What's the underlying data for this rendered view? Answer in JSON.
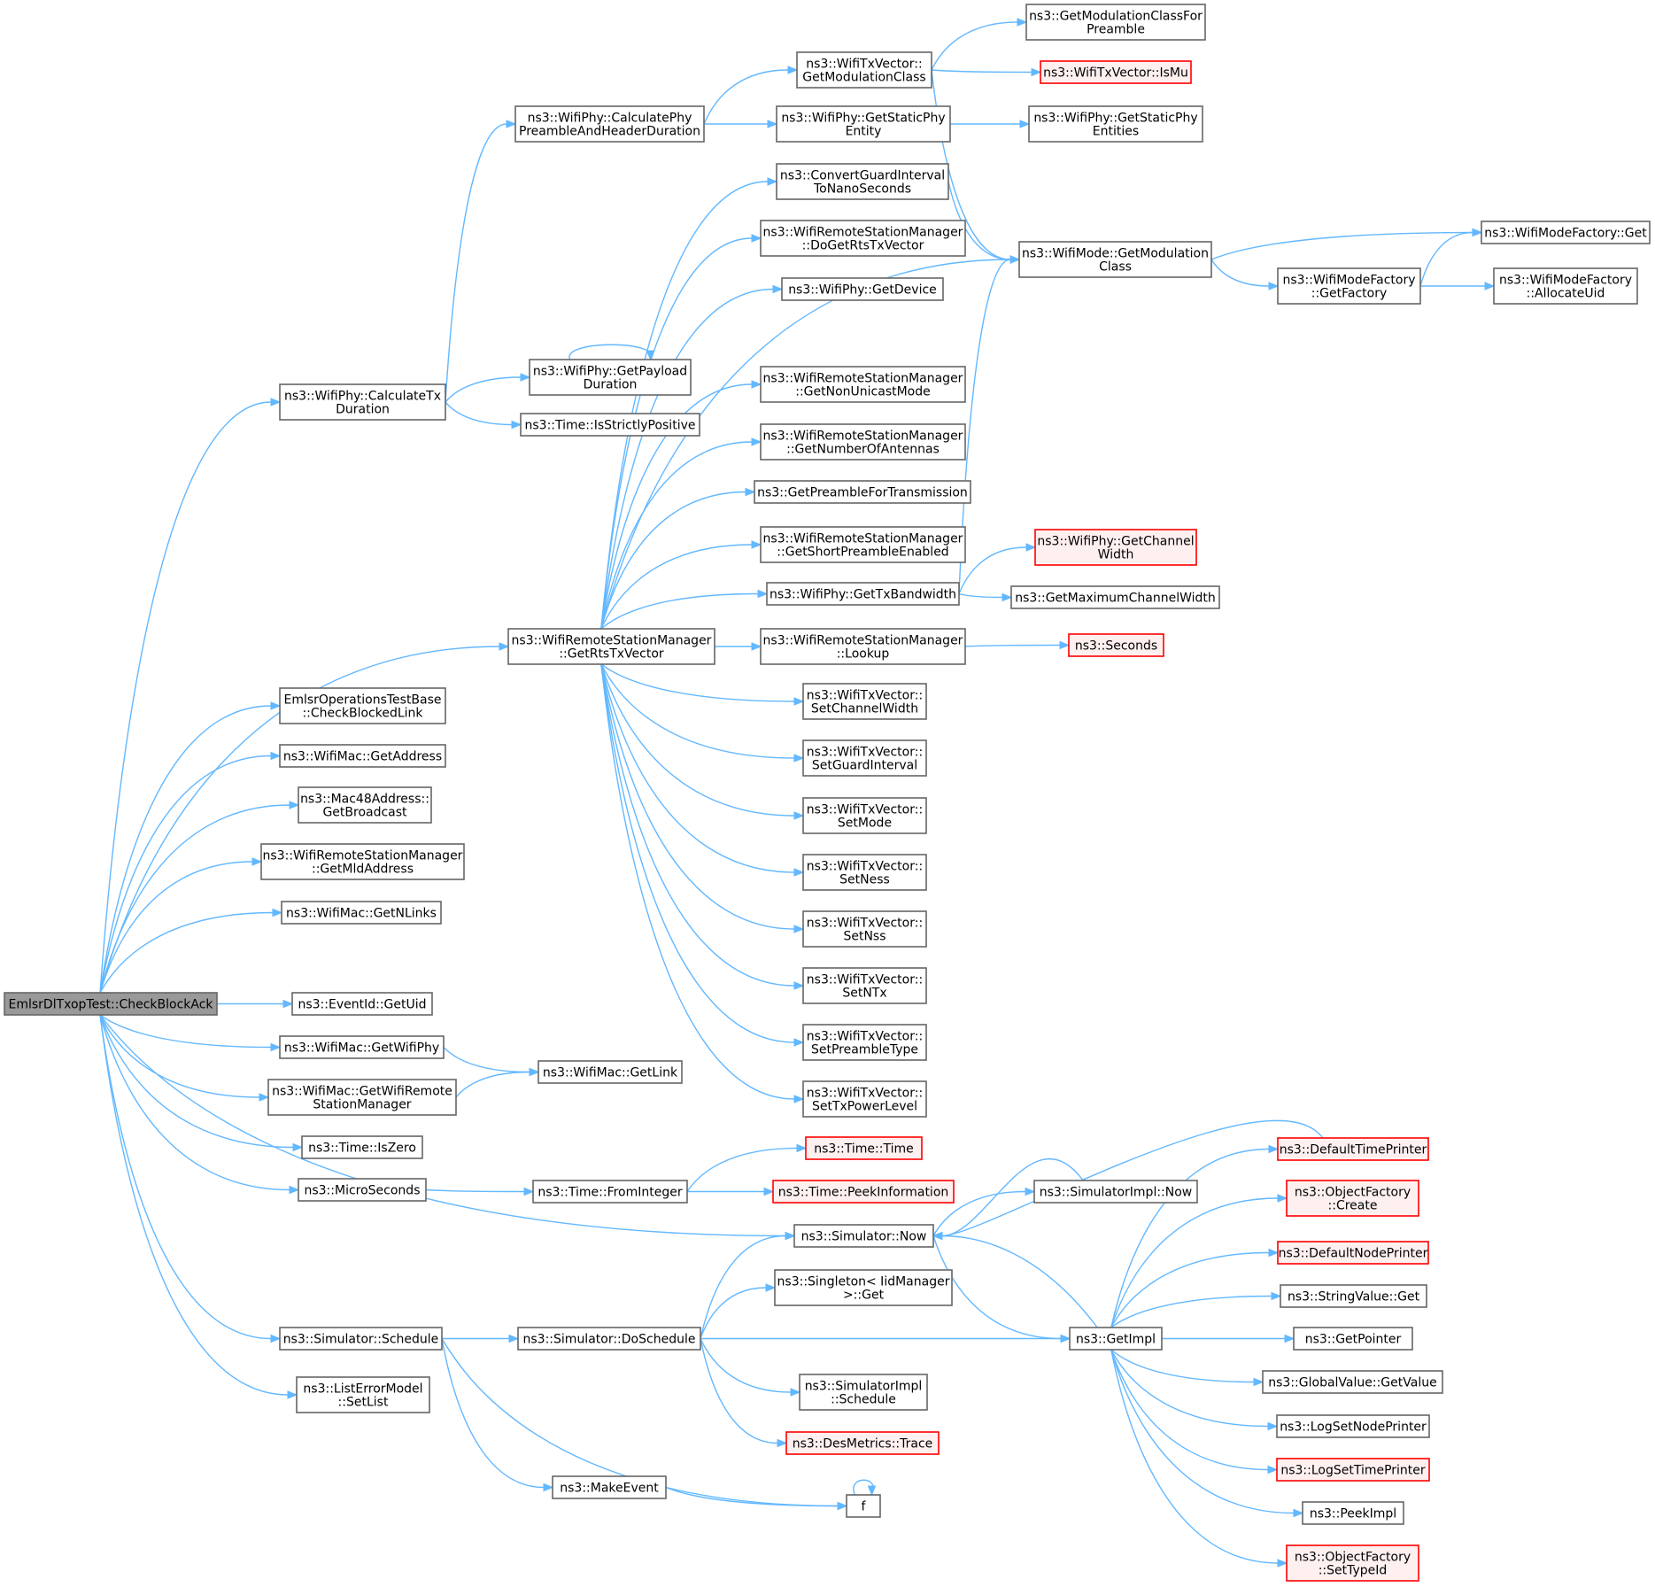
{
  "diagram": {
    "nodes": [
      {
        "id": "root",
        "lines": [
          "EmlsrDlTxopTest::CheckBlockAck"
        ],
        "style": "root"
      },
      {
        "id": "calcTx",
        "lines": [
          "ns3::WifiPhy::CalculateTx",
          "Duration"
        ]
      },
      {
        "id": "checkBlocked",
        "lines": [
          "EmlsrOperationsTestBase",
          "::CheckBlockedLink"
        ]
      },
      {
        "id": "getAddress",
        "lines": [
          "ns3::WifiMac::GetAddress"
        ]
      },
      {
        "id": "getBroadcast",
        "lines": [
          "ns3::Mac48Address::",
          "GetBroadcast"
        ]
      },
      {
        "id": "getMld",
        "lines": [
          "ns3::WifiRemoteStationManager",
          "::GetMldAddress"
        ]
      },
      {
        "id": "getNLinks",
        "lines": [
          "ns3::WifiMac::GetNLinks"
        ]
      },
      {
        "id": "getRts",
        "lines": [
          "ns3::WifiRemoteStationManager",
          "::GetRtsTxVector"
        ]
      },
      {
        "id": "getUid",
        "lines": [
          "ns3::EventId::GetUid"
        ]
      },
      {
        "id": "getWifiPhy",
        "lines": [
          "ns3::WifiMac::GetWifiPhy"
        ]
      },
      {
        "id": "getWifiRsm",
        "lines": [
          "ns3::WifiMac::GetWifiRemote",
          "StationManager"
        ]
      },
      {
        "id": "isZero",
        "lines": [
          "ns3::Time::IsZero"
        ]
      },
      {
        "id": "microSec",
        "lines": [
          "ns3::MicroSeconds"
        ]
      },
      {
        "id": "simNow",
        "lines": [
          "ns3::Simulator::Now"
        ]
      },
      {
        "id": "simSchedule",
        "lines": [
          "ns3::Simulator::Schedule"
        ]
      },
      {
        "id": "setList",
        "lines": [
          "ns3::ListErrorModel",
          "::SetList"
        ]
      },
      {
        "id": "calcPre",
        "lines": [
          "ns3::WifiPhy::CalculatePhy",
          "PreambleAndHeaderDuration"
        ]
      },
      {
        "id": "getPayload",
        "lines": [
          "ns3::WifiPhy::GetPayload",
          "Duration"
        ]
      },
      {
        "id": "isStrictly",
        "lines": [
          "ns3::Time::IsStrictlyPositive"
        ]
      },
      {
        "id": "txGetModClass",
        "lines": [
          "ns3::WifiTxVector::",
          "GetModulationClass"
        ]
      },
      {
        "id": "getStaticPhy",
        "lines": [
          "ns3::WifiPhy::GetStaticPhy",
          "Entity"
        ]
      },
      {
        "id": "getModClassPre",
        "lines": [
          "ns3::GetModulationClassFor",
          "Preamble"
        ]
      },
      {
        "id": "isMu",
        "lines": [
          "ns3::WifiTxVector::IsMu"
        ],
        "style": "trunc"
      },
      {
        "id": "getStaticPhyEnt",
        "lines": [
          "ns3::WifiPhy::GetStaticPhy",
          "Entities"
        ]
      },
      {
        "id": "modeGetModClass",
        "lines": [
          "ns3::WifiMode::GetModulation",
          "Class"
        ]
      },
      {
        "id": "factoryGet",
        "lines": [
          "ns3::WifiModeFactory::Get"
        ]
      },
      {
        "id": "getFactory",
        "lines": [
          "ns3::WifiModeFactory",
          "::GetFactory"
        ]
      },
      {
        "id": "allocUid",
        "lines": [
          "ns3::WifiModeFactory",
          "::AllocateUid"
        ]
      },
      {
        "id": "convGuard",
        "lines": [
          "ns3::ConvertGuardInterval",
          "ToNanoSeconds"
        ]
      },
      {
        "id": "doGetRts",
        "lines": [
          "ns3::WifiRemoteStationManager",
          "::DoGetRtsTxVector"
        ]
      },
      {
        "id": "getDevice",
        "lines": [
          "ns3::WifiPhy::GetDevice"
        ]
      },
      {
        "id": "getNonUnicast",
        "lines": [
          "ns3::WifiRemoteStationManager",
          "::GetNonUnicastMode"
        ]
      },
      {
        "id": "getNumAnt",
        "lines": [
          "ns3::WifiRemoteStationManager",
          "::GetNumberOfAntennas"
        ]
      },
      {
        "id": "getPreTx",
        "lines": [
          "ns3::GetPreambleForTransmission"
        ]
      },
      {
        "id": "getShortPre",
        "lines": [
          "ns3::WifiRemoteStationManager",
          "::GetShortPreambleEnabled"
        ]
      },
      {
        "id": "getTxBw",
        "lines": [
          "ns3::WifiPhy::GetTxBandwidth"
        ]
      },
      {
        "id": "getChWidth",
        "lines": [
          "ns3::WifiPhy::GetChannel",
          "Width"
        ],
        "style": "trunc"
      },
      {
        "id": "getMaxCh",
        "lines": [
          "ns3::GetMaximumChannelWidth"
        ]
      },
      {
        "id": "lookup",
        "lines": [
          "ns3::WifiRemoteStationManager",
          "::Lookup"
        ]
      },
      {
        "id": "seconds",
        "lines": [
          "ns3::Seconds"
        ],
        "style": "trunc"
      },
      {
        "id": "setChW",
        "lines": [
          "ns3::WifiTxVector::",
          "SetChannelWidth"
        ]
      },
      {
        "id": "setGI",
        "lines": [
          "ns3::WifiTxVector::",
          "SetGuardInterval"
        ]
      },
      {
        "id": "setMode",
        "lines": [
          "ns3::WifiTxVector::",
          "SetMode"
        ]
      },
      {
        "id": "setNess",
        "lines": [
          "ns3::WifiTxVector::",
          "SetNess"
        ]
      },
      {
        "id": "setNss",
        "lines": [
          "ns3::WifiTxVector::",
          "SetNss"
        ]
      },
      {
        "id": "setNTx",
        "lines": [
          "ns3::WifiTxVector::",
          "SetNTx"
        ]
      },
      {
        "id": "setPre",
        "lines": [
          "ns3::WifiTxVector::",
          "SetPreambleType"
        ]
      },
      {
        "id": "setTxPow",
        "lines": [
          "ns3::WifiTxVector::",
          "SetTxPowerLevel"
        ]
      },
      {
        "id": "getLink",
        "lines": [
          "ns3::WifiMac::GetLink"
        ]
      },
      {
        "id": "fromInt",
        "lines": [
          "ns3::Time::FromInteger"
        ]
      },
      {
        "id": "timeTime",
        "lines": [
          "ns3::Time::Time"
        ],
        "style": "trunc"
      },
      {
        "id": "peekInfo",
        "lines": [
          "ns3::Time::PeekInformation"
        ],
        "style": "trunc"
      },
      {
        "id": "simImplNow",
        "lines": [
          "ns3::SimulatorImpl::Now"
        ]
      },
      {
        "id": "getImpl",
        "lines": [
          "ns3::GetImpl"
        ]
      },
      {
        "id": "doSchedule",
        "lines": [
          "ns3::Simulator::DoSchedule"
        ]
      },
      {
        "id": "singleton",
        "lines": [
          "ns3::Singleton< IidManager",
          ">::Get"
        ]
      },
      {
        "id": "simImplSched",
        "lines": [
          "ns3::SimulatorImpl",
          "::Schedule"
        ]
      },
      {
        "id": "desTrace",
        "lines": [
          "ns3::DesMetrics::Trace"
        ],
        "style": "trunc"
      },
      {
        "id": "makeEvent",
        "lines": [
          "ns3::MakeEvent"
        ]
      },
      {
        "id": "f",
        "lines": [
          "f"
        ]
      },
      {
        "id": "defTime",
        "lines": [
          "ns3::DefaultTimePrinter"
        ],
        "style": "trunc"
      },
      {
        "id": "objCreate",
        "lines": [
          "ns3::ObjectFactory",
          "::Create"
        ],
        "style": "trunc"
      },
      {
        "id": "defNode",
        "lines": [
          "ns3::DefaultNodePrinter"
        ],
        "style": "trunc"
      },
      {
        "id": "strGet",
        "lines": [
          "ns3::StringValue::Get"
        ]
      },
      {
        "id": "getPointer",
        "lines": [
          "ns3::GetPointer"
        ]
      },
      {
        "id": "globalGet",
        "lines": [
          "ns3::GlobalValue::GetValue"
        ]
      },
      {
        "id": "logNode",
        "lines": [
          "ns3::LogSetNodePrinter"
        ]
      },
      {
        "id": "logTime",
        "lines": [
          "ns3::LogSetTimePrinter"
        ],
        "style": "trunc"
      },
      {
        "id": "peekImpl",
        "lines": [
          "ns3::PeekImpl"
        ]
      },
      {
        "id": "setTypeId",
        "lines": [
          "ns3::ObjectFactory",
          "::SetTypeId"
        ],
        "style": "trunc"
      }
    ],
    "colors": {
      "edge": "#63b8ff",
      "node_border": "#666666",
      "root_fill": "#999999",
      "trunc_border": "#ff0000",
      "trunc_fill": "#fff0f0"
    }
  }
}
